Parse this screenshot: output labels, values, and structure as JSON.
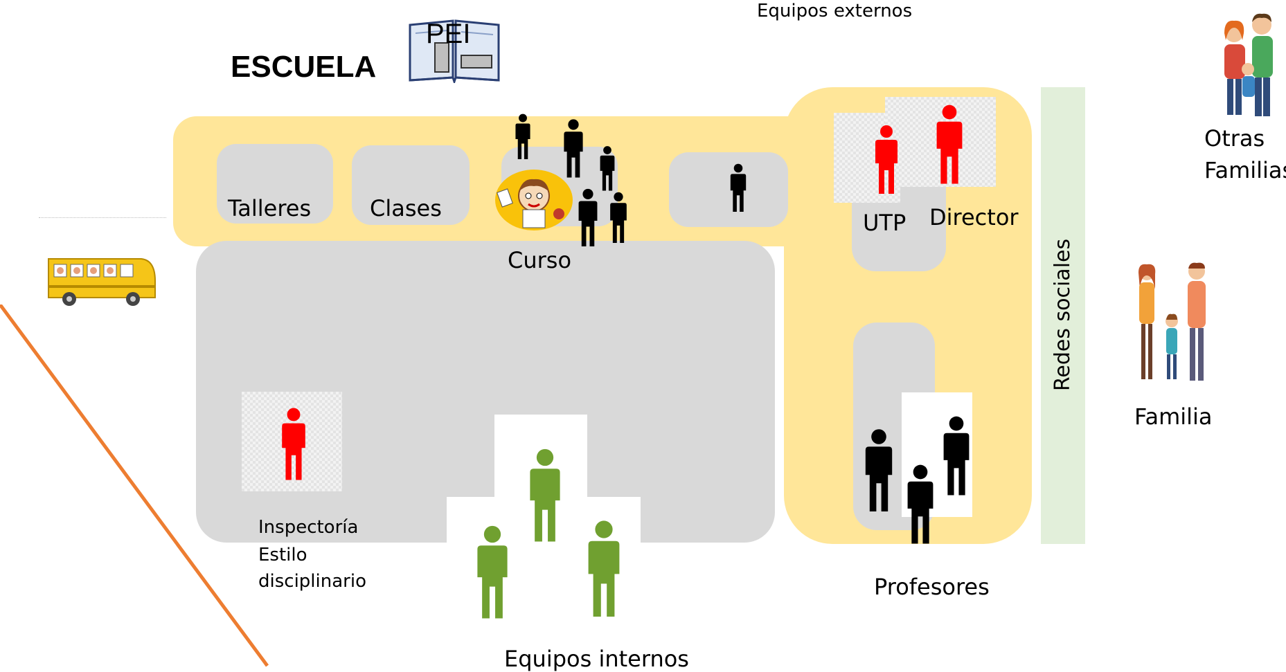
{
  "title": "ESCUELA",
  "book_label": "PEI",
  "labels": {
    "equipos_externos": "Equipos externos",
    "talleres": "Talleres",
    "clases": "Clases",
    "curso": "Curso",
    "utp": "UTP",
    "director": "Director",
    "redes_sociales": "Redes sociales",
    "otras_familias_line1": "Otras",
    "otras_familias_line2": "Familias",
    "familia": "Familia",
    "profesores": "Profesores",
    "inspectoria_line1": "Inspectoría",
    "inspectoria_line2": "Estilo",
    "inspectoria_line3": "disciplinario",
    "equipos_internos": "Equipos internos"
  },
  "colors": {
    "zone_yellow": "#ffe699",
    "room_gray": "#d9d9d9",
    "redes_green": "#e2efda",
    "authority_red": "#ff0000",
    "student_black": "#000000",
    "team_green": "#70a030",
    "diagonal_orange": "#ed7d31",
    "bus_yellow": "#f5c518"
  },
  "icons": [
    "book-icon",
    "school-bus-icon",
    "family-icon",
    "other-families-icon",
    "student-cartoon-icon",
    "person-icon"
  ]
}
